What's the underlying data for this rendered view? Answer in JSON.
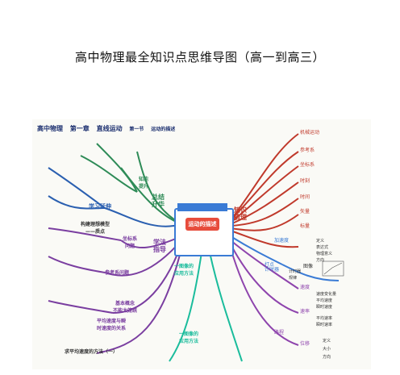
{
  "page_title": "高中物理最全知识点思维导图（高一到高三）",
  "header": {
    "subject": "高中物理",
    "chapter": "第一章",
    "chapter_name": "直线运动",
    "section": "第一节",
    "section_name": "运动的描述"
  },
  "center_label": "运动的描述",
  "nodes": {
    "summary": "总结\n升华",
    "knowledge": "知识\n梳理",
    "method": "学法\n指导",
    "learning": "学习延伸",
    "knowledge_up": "知能\n提升",
    "modeling": "构建理想模型\n——质点",
    "coord": "坐标系\n问题",
    "ref": "参考系问题",
    "basic": "基本概念\n不能太笼统",
    "avg": "平均速度与瞬\n时速度的关系",
    "avg2": "求平均速度的方法（一）",
    "graph": "一图像的\n应用方法",
    "graph2": "一图像的\n应用方法"
  },
  "right_nodes": [
    "机械运动",
    "参考系",
    "坐标系",
    "时刻",
    "时间",
    "矢量",
    "标量",
    "加速度",
    "打点\n计时器",
    "图像",
    "速度",
    "速率",
    "路程",
    "位移"
  ],
  "right_small": [
    "定义",
    "表达式",
    "物理意义",
    "方向",
    "计时器",
    "规律",
    "速度变化量",
    "平均速度",
    "瞬时速度",
    "平均速率",
    "瞬时速率",
    "定义",
    "大小",
    "方向"
  ]
}
